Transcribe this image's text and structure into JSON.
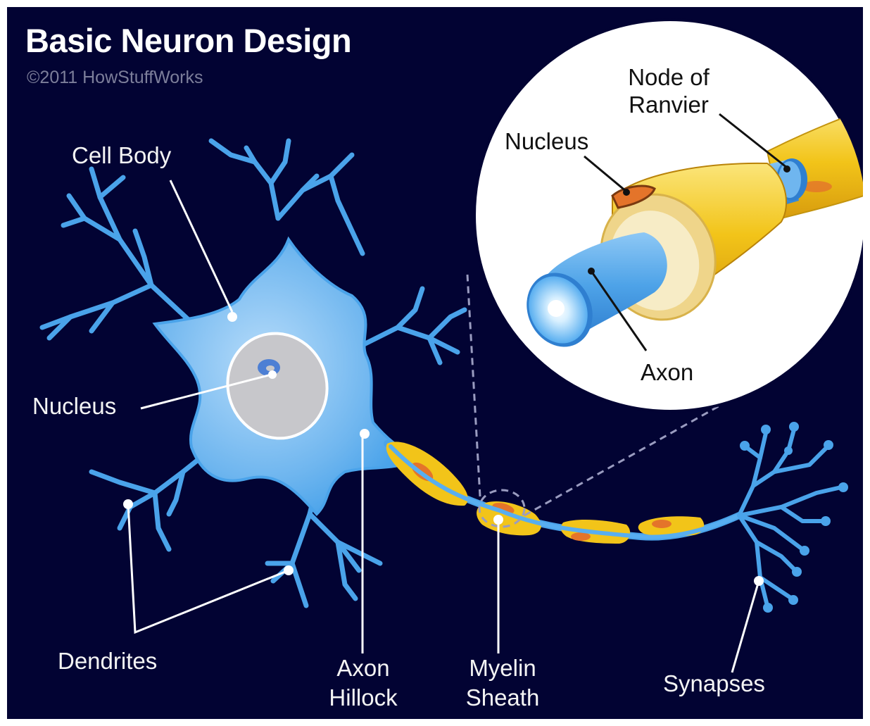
{
  "title": "Basic Neuron Design",
  "credit": "©2011 HowStuffWorks",
  "labels": {
    "cell_body": "Cell Body",
    "nucleus": "Nucleus",
    "dendrites": "Dendrites",
    "axon_hillock_line1": "Axon",
    "axon_hillock_line2": "Hillock",
    "myelin_sheath_line1": "Myelin",
    "myelin_sheath_line2": "Sheath",
    "synapses": "Synapses",
    "inset_node_line1": "Node of",
    "inset_node_line2": "Ranvier",
    "inset_nucleus": "Nucleus",
    "inset_axon": "Axon"
  },
  "colors": {
    "background": "#020333",
    "neuron_blue": "#4aa3ea",
    "neuron_light": "#9fd0f7",
    "myelin_yellow": "#f2c419",
    "myelin_orange": "#e4742a",
    "nucleus_gray": "#c7c7cb"
  }
}
